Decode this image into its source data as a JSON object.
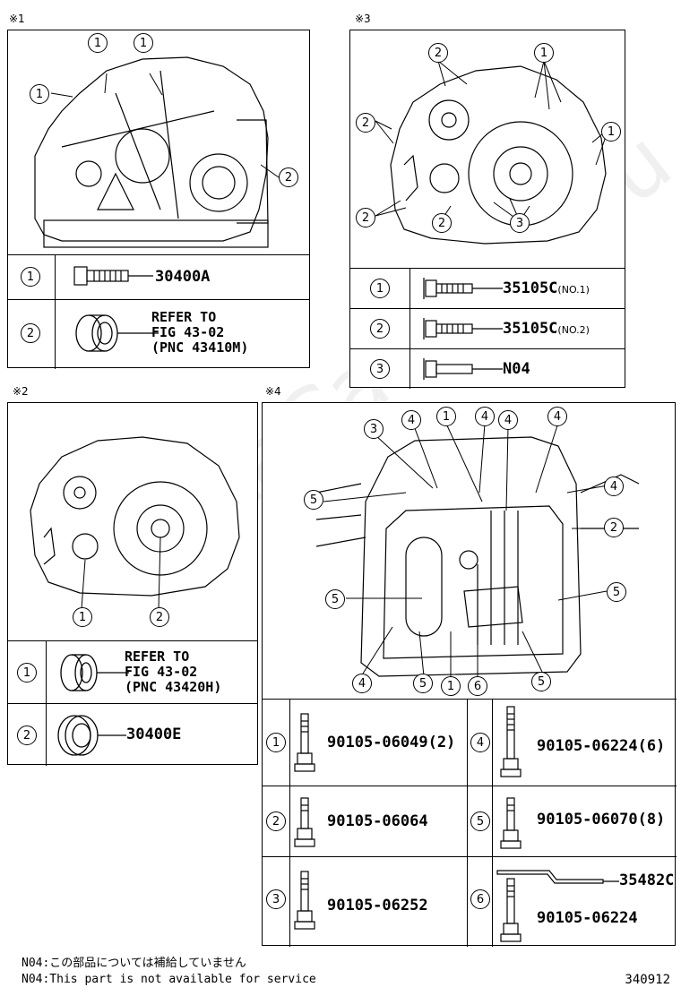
{
  "panels": {
    "p1": {
      "mark": "※1",
      "callouts": [
        "1",
        "1",
        "1",
        "2"
      ],
      "rows": [
        {
          "num": "1",
          "part": "30400A"
        },
        {
          "num": "2",
          "refer": [
            "REFER TO",
            "FIG 43-02",
            "(PNC 43410M)"
          ]
        }
      ]
    },
    "p2": {
      "mark": "※2",
      "callouts": [
        "1",
        "2"
      ],
      "rows": [
        {
          "num": "1",
          "refer": [
            "REFER TO",
            "FIG 43-02",
            "(PNC 43420H)"
          ]
        },
        {
          "num": "2",
          "part": "30400E"
        }
      ]
    },
    "p3": {
      "mark": "※3",
      "callouts": [
        "2",
        "1",
        "2",
        "1",
        "2",
        "2",
        "3"
      ],
      "rows": [
        {
          "num": "1",
          "part": "35105C",
          "sub": "(NO.1)"
        },
        {
          "num": "2",
          "part": "35105C",
          "sub": "(NO.2)"
        },
        {
          "num": "3",
          "part": "N04"
        }
      ]
    },
    "p4": {
      "mark": "※4",
      "callouts": [
        "3",
        "4",
        "1",
        "4",
        "4",
        "4",
        "5",
        "4",
        "2",
        "5",
        "5",
        "4",
        "5",
        "1",
        "6",
        "5"
      ],
      "left": [
        {
          "num": "1",
          "part": "90105-06049(2)"
        },
        {
          "num": "2",
          "part": "90105-06064"
        },
        {
          "num": "3",
          "part": "90105-06252"
        }
      ],
      "right": [
        {
          "num": "4",
          "part": "90105-06224(6)"
        },
        {
          "num": "5",
          "part": "90105-06070(8)"
        },
        {
          "num": "6",
          "part": "90105-06224",
          "extra": "35482C"
        }
      ]
    }
  },
  "notes": [
    "N04:この部品については補給していません",
    "N04:This part is not available for service"
  ],
  "illustration_code": "340912",
  "watermark": "ToyotaCarMine.ru"
}
